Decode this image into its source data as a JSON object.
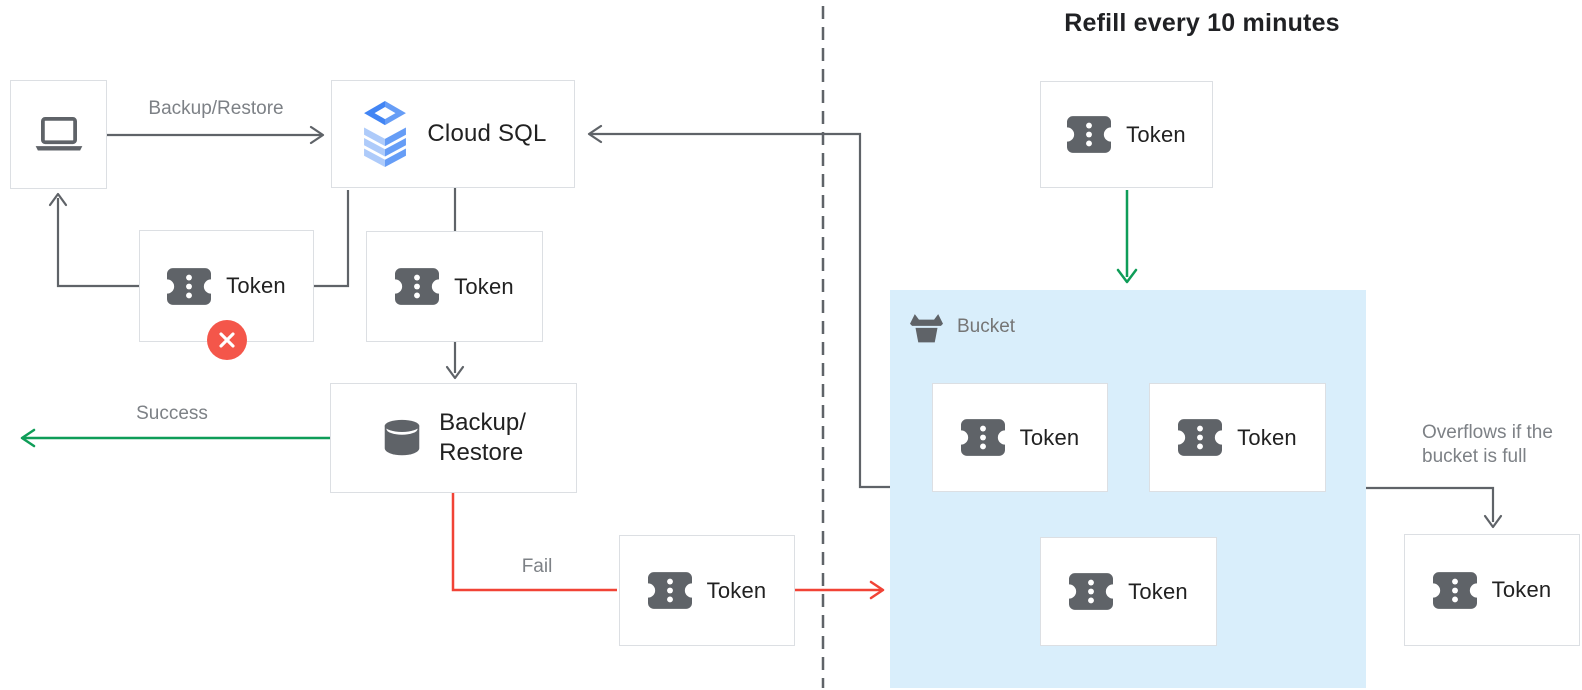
{
  "title": "Refill every 10 minutes",
  "nodes": {
    "client": {
      "icon": "laptop-icon"
    },
    "cloud_sql": {
      "label": "Cloud SQL",
      "icon": "cloud-sql-icon"
    },
    "backup_restore": {
      "line1": "Backup/",
      "line2": "Restore",
      "icon": "database-icon"
    },
    "token_label": "Token",
    "token_count_left": 3,
    "token_count_bucket": 3,
    "bucket": {
      "label": "Bucket",
      "icon": "bucket-icon"
    },
    "rejected_token": {
      "badge_icon": "x-icon"
    }
  },
  "edges": {
    "backup_restore_label": "Backup/Restore",
    "success_label": "Success",
    "fail_label": "Fail",
    "overflow_label_line1": "Overflows if the",
    "overflow_label_line2": "bucket is full"
  },
  "colors": {
    "box_border": "#dcdfe3",
    "icon_and_line_gray": "#5f6368",
    "edge_label_gray": "#7d8186",
    "success_green": "#0f9d58",
    "fail_red": "#f14336",
    "badge_red": "#f4564a",
    "bucket_fill": "#d9eefb",
    "text_dark": "#212121",
    "cloudsql_blue_dark": "#4285f4",
    "cloudsql_blue_mid": "#669df6",
    "cloudsql_blue_light": "#aecbfa"
  }
}
